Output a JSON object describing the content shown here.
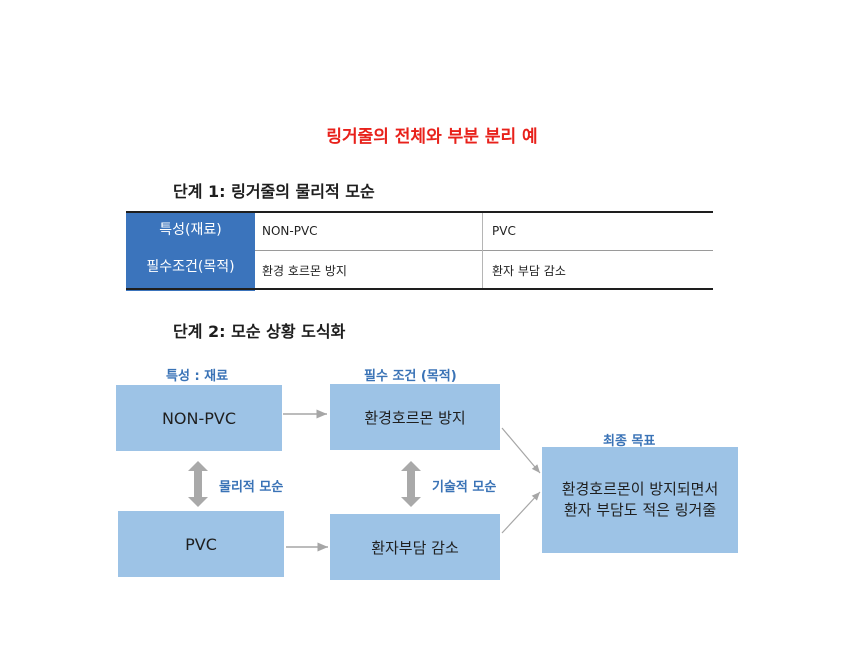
{
  "title": "링거줄의 전체와 부분 분리 예",
  "step1": {
    "heading": "단계 1: 링거줄의 물리적 모순",
    "table": {
      "rows": [
        {
          "header": "특성(재료)",
          "col1": "NON-PVC",
          "col2": "PVC"
        },
        {
          "header": "필수조건(목적)",
          "col1": "환경 호르몬 방지",
          "col2": "환자 부담 감소"
        }
      ]
    }
  },
  "step2": {
    "heading": "단계 2:  모순 상황 도식화",
    "labels": {
      "property": "특성 : 재료",
      "requirement": "필수 조건 (목적)",
      "goal": "최종 목표",
      "physical_contradiction": "물리적 모순",
      "technical_contradiction": "기술적 모순"
    },
    "boxes": {
      "non_pvc": "NON-PVC",
      "pvc": "PVC",
      "hormone_prevention": "환경호르몬 방지",
      "patient_burden": "환자부담 감소",
      "goal_line1": "환경호르몬이 방지되면서",
      "goal_line2": "환자 부담도 적은 링거줄"
    }
  },
  "colors": {
    "title": "#e8211b",
    "box_fill": "#9dc3e6",
    "label": "#3a73b6",
    "table_header": "#3b74bc",
    "arrow": "#a6a6a6"
  }
}
